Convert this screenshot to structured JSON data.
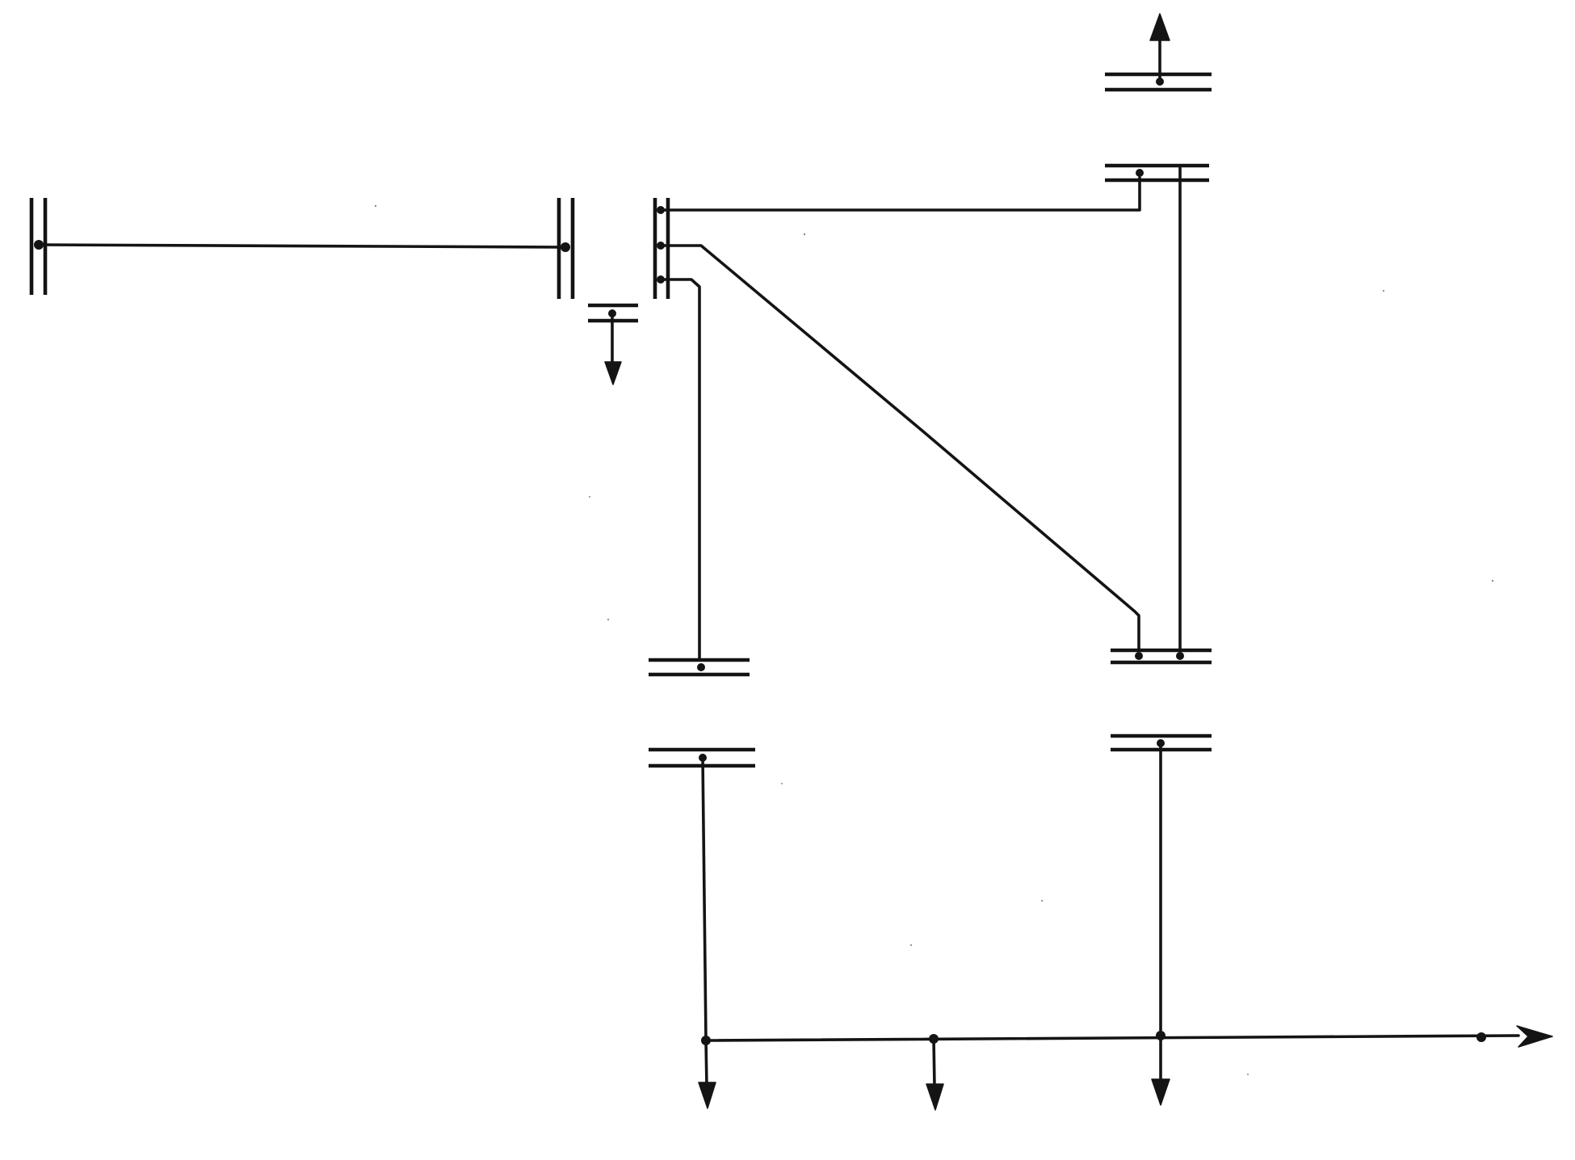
{
  "diagram": {
    "kind": "power-system single-line diagram",
    "text_labels": [],
    "components": {
      "buses": 10,
      "line_segments": 14,
      "load_arrows": 5,
      "junction_dots": 5,
      "output_arrow": 1
    },
    "colors": {
      "line": "#141414",
      "background": "#ffffff"
    }
  }
}
